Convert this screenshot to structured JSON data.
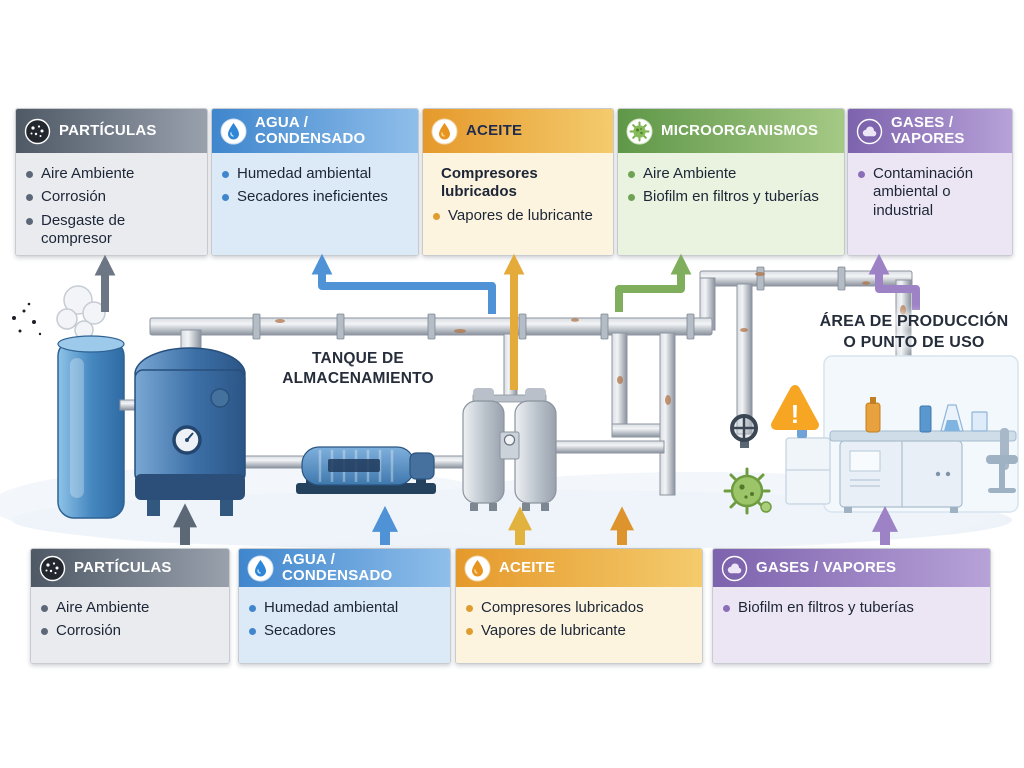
{
  "top_cards": [
    {
      "title": "PARTÍCULAS",
      "items": [
        "Aire Ambiente",
        "Corrosión",
        "Desgaste de compresor"
      ]
    },
    {
      "title": "AGUA / CONDENSADO",
      "items": [
        "Humedad ambiental",
        "Secadores ineficientes"
      ]
    },
    {
      "title": "ACEITE",
      "items": [
        "Compresores lubricados",
        "Vapores de lubricante"
      ]
    },
    {
      "title": "MICROORGANISMOS",
      "items": [
        "Aire Ambiente",
        "Biofilm en filtros y tuberías"
      ]
    },
    {
      "title": "GASES / VAPORES",
      "items": [
        "Contaminación ambiental o industrial"
      ]
    }
  ],
  "bottom_cards": [
    {
      "title": "PARTÍCULAS",
      "items": [
        "Aire Ambiente",
        "Corrosión"
      ]
    },
    {
      "title": "AGUA / CONDENSADO",
      "items": [
        "Humedad ambiental",
        "Secadores"
      ]
    },
    {
      "title": "ACEITE",
      "items": [
        "Compresores lubricados",
        "Vapores de lubricante"
      ]
    },
    {
      "title": "GASES / VAPORES",
      "items": [
        "Biofilm en filtros y tuberías"
      ]
    }
  ],
  "scene_labels": {
    "storage_tank": "TANQUE DE\nALMACENAMIENTO",
    "production_area": "ÁREA DE PRODUCCIÓN\nO PUNTO DE USO",
    "warning_mark": "!"
  },
  "colors": {
    "particles": "#5a6472",
    "water": "#3d85cc",
    "oil": "#e79b2e",
    "microorganisms": "#6a9e50",
    "gases": "#8a6fb8",
    "warning": "#f6a623"
  }
}
